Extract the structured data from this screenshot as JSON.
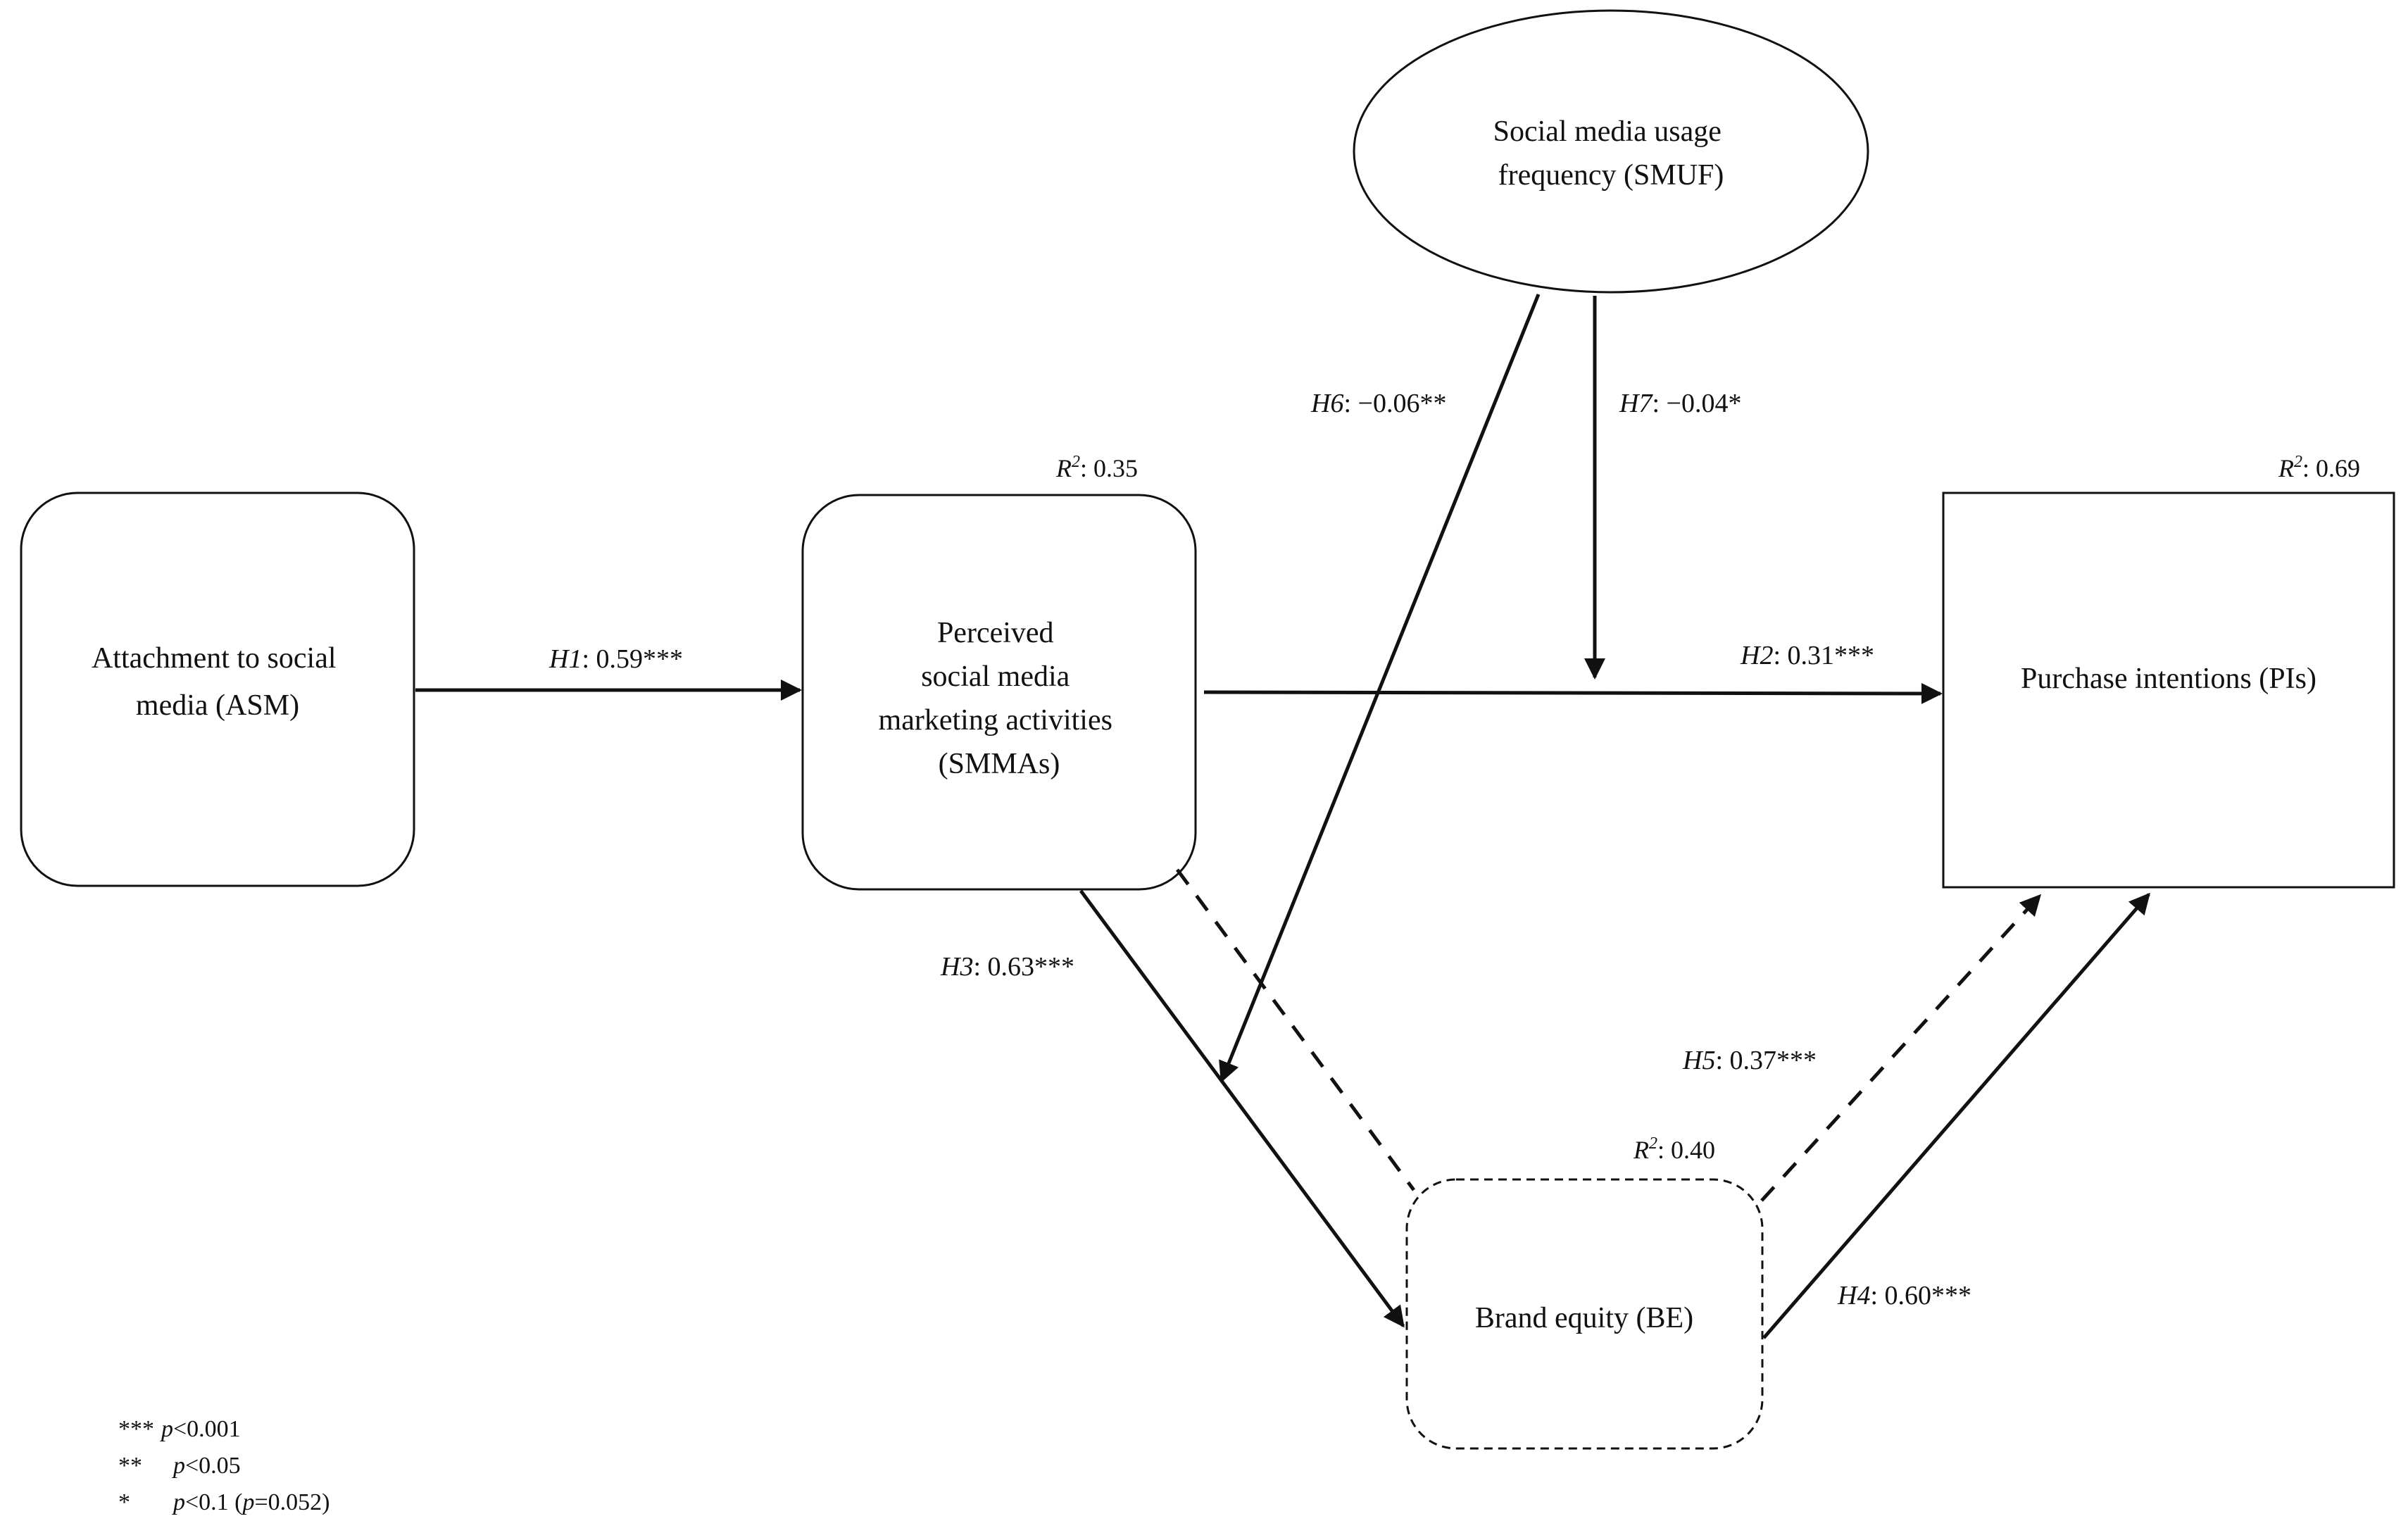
{
  "nodes": {
    "asm": {
      "lines": [
        "Attachment to social",
        "media (ASM)"
      ]
    },
    "smma": {
      "lines": [
        "Perceived",
        "social media",
        "marketing activities",
        "(SMMAs)"
      ],
      "r2_italic": "R",
      "r2_sup": "2",
      "r2_value": ": 0.35"
    },
    "smuf": {
      "lines": [
        "Social media usage",
        "frequency (SMUF)"
      ]
    },
    "pi": {
      "lines": [
        "Purchase intentions (PIs)"
      ],
      "r2_italic": "R",
      "r2_sup": "2",
      "r2_value": ": 0.69"
    },
    "be": {
      "lines": [
        "Brand equity (BE)"
      ],
      "r2_italic": "R",
      "r2_sup": "2",
      "r2_value": ": 0.40"
    }
  },
  "paths": {
    "h1": {
      "hyp": "H1",
      "value": ": 0.59***"
    },
    "h2": {
      "hyp": "H2",
      "value": ": 0.31***"
    },
    "h3": {
      "hyp": "H3",
      "value": ": 0.63***"
    },
    "h4": {
      "hyp": "H4",
      "value": ": 0.60***"
    },
    "h5": {
      "hyp": "H5",
      "value": ": 0.37***"
    },
    "h6": {
      "hyp": "H6",
      "value": ": −0.06**"
    },
    "h7": {
      "hyp": "H7",
      "value": ": −0.04*"
    }
  },
  "legend": [
    {
      "stars": "***",
      "p": "p",
      "rest": "<0.001"
    },
    {
      "stars": "**",
      "p": "p",
      "rest": "<0.05"
    },
    {
      "stars": "*",
      "p": "p",
      "rest": "<0.1 (",
      "p2": "p",
      "rest2": "=0.052)"
    }
  ]
}
